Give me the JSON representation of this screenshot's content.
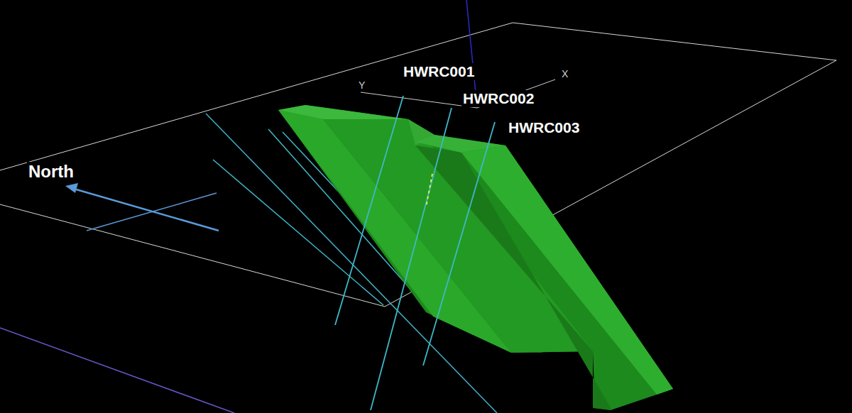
{
  "diagram": {
    "labels": [
      "HWRC001",
      "HWRC002",
      "HWRC003",
      "North",
      "Y",
      "X"
    ]
  }
}
